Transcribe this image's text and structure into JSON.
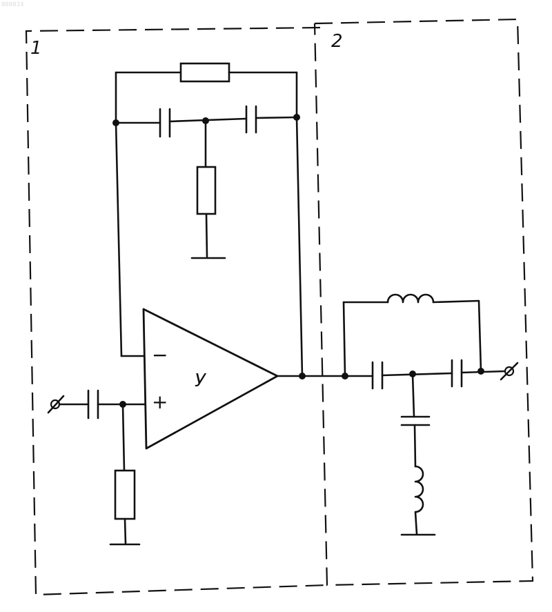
{
  "stamp": "808834",
  "blocks": {
    "block1_label": "1",
    "block2_label": "2"
  },
  "opamp": {
    "label": "У",
    "inverting_sign": "−",
    "noninverting_sign": "+"
  }
}
